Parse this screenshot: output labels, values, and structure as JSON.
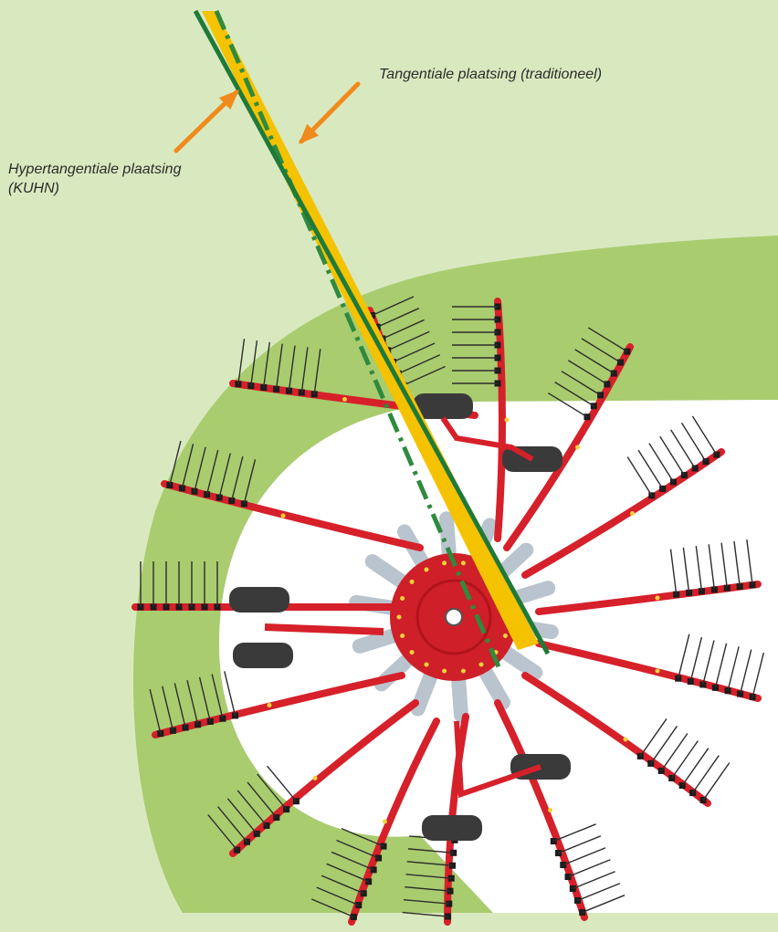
{
  "labels": {
    "hypertangential_line1": "Hypertangentiale plaatsing",
    "hypertangential_line2": "(KUHN)",
    "tangential": "Tangentiale plaatsing (traditioneel)"
  },
  "colors": {
    "background": "#d9e9bf",
    "swath": "#a9cc6f",
    "inner_clear": "#ffffff",
    "tine_arm": "#d6202a",
    "tine_arm_dark": "#b0141d",
    "hub": "#cf1f28",
    "hub_spoke": "#b9c4ce",
    "tine": "#2d2d2d",
    "tine_holder": "#1c1c1c",
    "wheel": "#3a3a3a",
    "tangent_band": "#f5c200",
    "hypertangential_line": "#1f7a3a",
    "tangential_line": "#2f8a3e",
    "arrow": "#f08a1c",
    "bolt": "#f2d23a"
  },
  "icons": [
    "rotor-hub-icon",
    "wheel-icon",
    "tine-arm-icon",
    "arrow-icon"
  ]
}
